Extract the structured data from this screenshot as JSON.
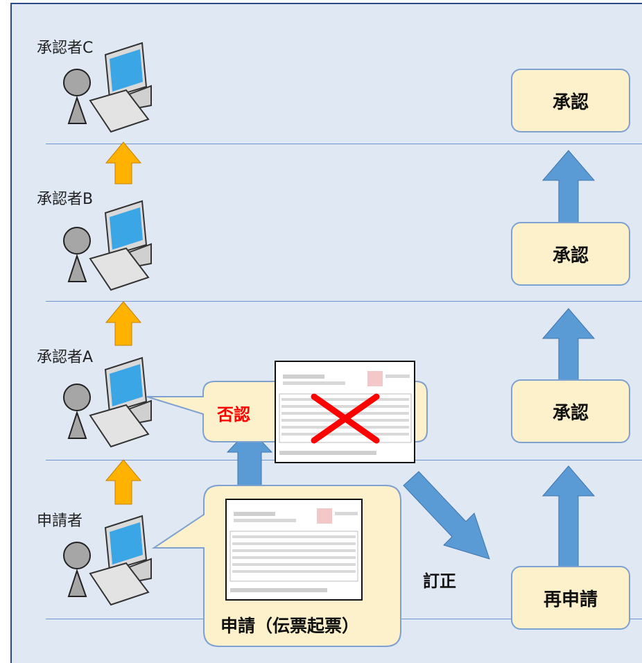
{
  "roles": {
    "c": "承認者C",
    "b": "承認者B",
    "a": "承認者A",
    "applicant": "申請者"
  },
  "steps": {
    "approve_top": "承認",
    "approve_mid": "承認",
    "approve_low": "承認",
    "reapply": "再申請"
  },
  "labels": {
    "reject": "否認",
    "correction": "訂正",
    "application": "申請（伝票起票）"
  },
  "colors": {
    "background": "#dfe8f3",
    "box_fill": "#fdf1cc",
    "box_border": "#7fa1d0",
    "arrow_blue": "#5b9bd5",
    "arrow_orange": "#ffb300",
    "reject_red": "#ff0000",
    "screen_blue": "#3aa6e6"
  }
}
